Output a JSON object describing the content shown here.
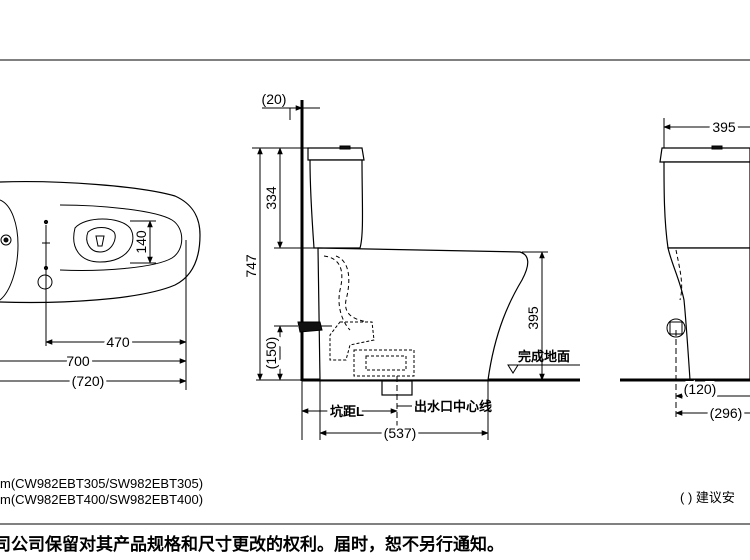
{
  "top_view": {
    "dim_140": "140",
    "dim_470": "470",
    "dim_700": "700",
    "dim_720": "(720)"
  },
  "side_view": {
    "dim_20": "(20)",
    "dim_334": "334",
    "dim_747": "747",
    "dim_150": "(150)",
    "dim_395": "395",
    "dim_537": "(537)",
    "label_floor": "完成地面",
    "label_pitch": "坑距L",
    "label_drain_center": "出水口中心线"
  },
  "right_view": {
    "dim_395": "395",
    "dim_120": "(120)",
    "dim_296": "(296)",
    "note_recommend": "( ) 建议安"
  },
  "models": {
    "line1": "m(CW982EBT305/SW982EBT305)",
    "line2": "m(CW982EBT400/SW982EBT400)"
  },
  "footer": {
    "notice": "司公司保留对其产品规格和尺寸更改的权利。届时，恕不另行通知。"
  }
}
